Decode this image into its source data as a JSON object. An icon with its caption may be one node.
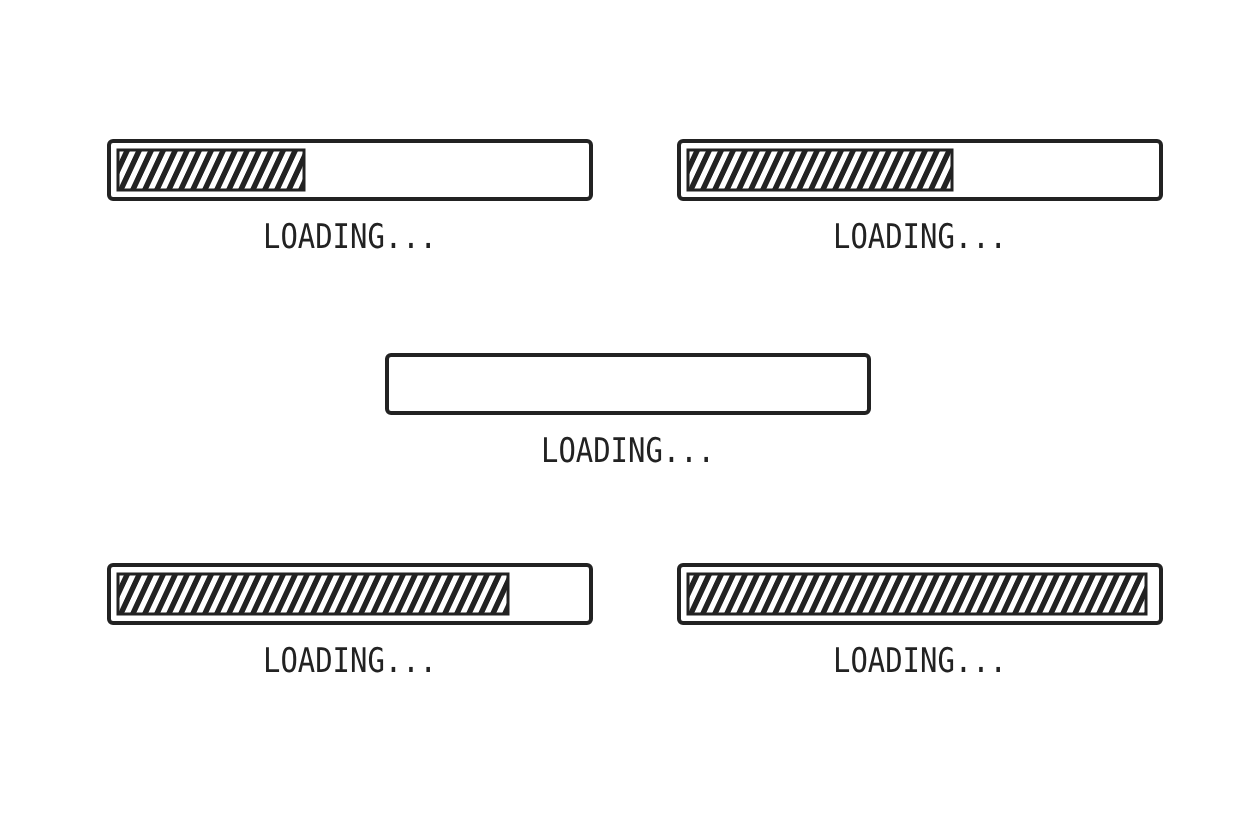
{
  "diagram": {
    "nodes": [
      {
        "text": [
          "LOADING..."
        ]
      },
      {
        "text": [
          "LOADING..."
        ]
      },
      {
        "text": [
          "LOADING..."
        ]
      },
      {
        "text": [
          "LOADING..."
        ]
      },
      {
        "text": [
          "LOADING..."
        ]
      }
    ]
  }
}
